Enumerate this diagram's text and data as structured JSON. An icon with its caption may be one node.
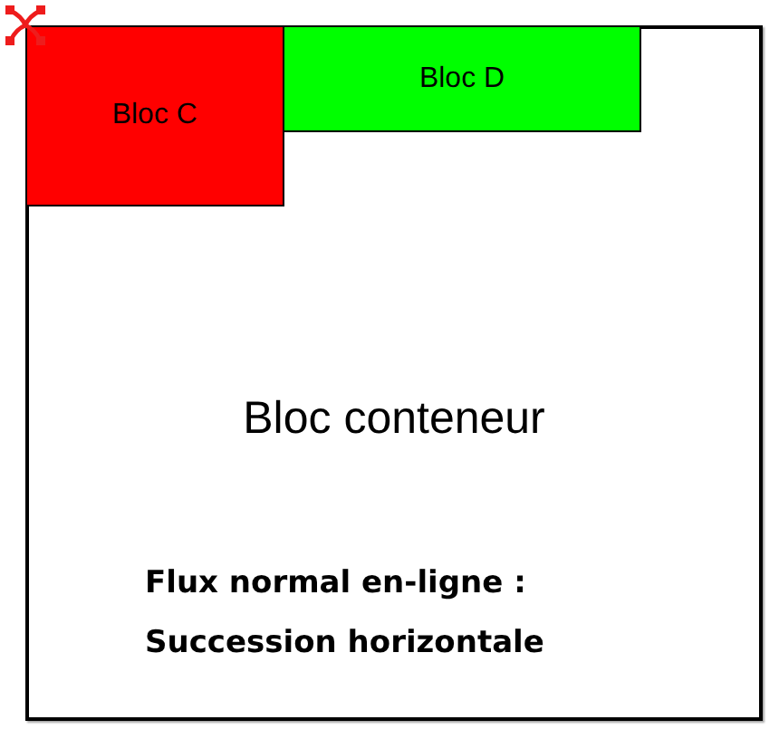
{
  "diagram": {
    "nodes": [
      {
        "text": [
          "Bloc conteneur",
          "Flux normal en-ligne : Succession horizontale"
        ]
      },
      {
        "text": [
          "Bloc C"
        ],
        "in": 0
      },
      {
        "text": [
          "Bloc D"
        ],
        "in": 0
      }
    ]
  }
}
